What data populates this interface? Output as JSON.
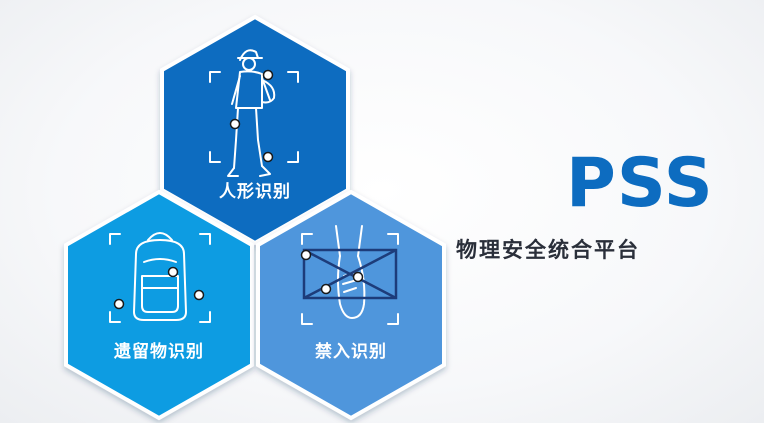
{
  "brand": {
    "title": "PSS",
    "subtitle": "物理安全统合平台",
    "accent_color": "#0d6cc0"
  },
  "features": [
    {
      "label": "人形识别",
      "icon": "person-walking-icon",
      "color": "#0d6cc0"
    },
    {
      "label": "遗留物识别",
      "icon": "backpack-icon",
      "color": "#0c9ce2"
    },
    {
      "label": "禁入识别",
      "icon": "restricted-feet-icon",
      "color": "#4f96dc"
    }
  ]
}
